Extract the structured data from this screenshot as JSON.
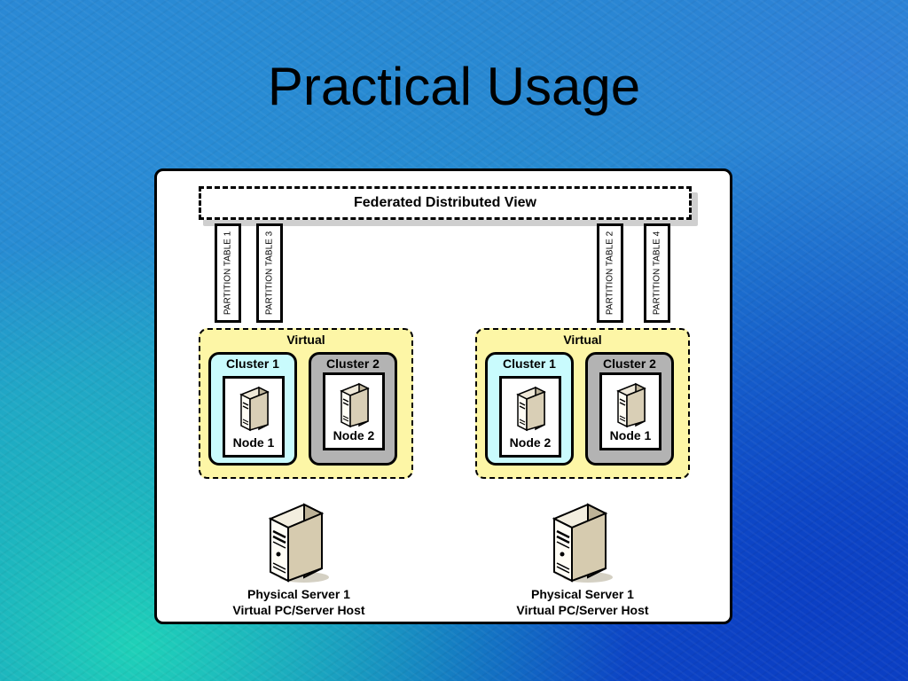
{
  "title": "Practical Usage",
  "federated_view": "Federated Distributed View",
  "partition_tables": [
    "PARTITION TABLE 1",
    "PARTITION TABLE 3",
    "PARTITION TABLE 2",
    "PARTITION TABLE 4"
  ],
  "hosts": [
    {
      "virtual_label": "Virtual",
      "clusters": [
        {
          "label": "Cluster 1",
          "node": "Node 1"
        },
        {
          "label": "Cluster 2",
          "node": "Node 2"
        }
      ],
      "server_line1": "Physical Server 1",
      "server_line2": "Virtual PC/Server Host"
    },
    {
      "virtual_label": "Virtual",
      "clusters": [
        {
          "label": "Cluster 1",
          "node": "Node 2"
        },
        {
          "label": "Cluster 2",
          "node": "Node 1"
        }
      ],
      "server_line1": "Physical Server 1",
      "server_line2": "Virtual PC/Server Host"
    }
  ],
  "colors": {
    "virtual_fill": "#fdf6a6",
    "cluster1_fill": "#c9fbfd",
    "cluster2_fill": "#b3b3b3"
  },
  "icons": {
    "node": "server-tower-icon",
    "physical": "server-tower-icon"
  }
}
